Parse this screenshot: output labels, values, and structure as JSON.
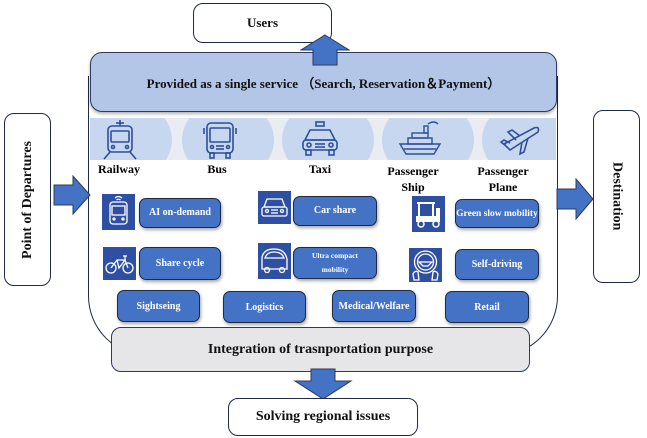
{
  "diagram": {
    "users": "Users",
    "single_service": "Provided as a single service （Search, Reservation＆Payment）",
    "point_of_departures": "Point of Departures",
    "destination": "Destination",
    "transport_modes": [
      {
        "label": "Railway",
        "icon": "train-icon"
      },
      {
        "label": "Bus",
        "icon": "bus-icon"
      },
      {
        "label": "Taxi",
        "icon": "taxi-icon"
      },
      {
        "label": "Passenger Ship",
        "icon": "ship-icon"
      },
      {
        "label": "Passenger Plane",
        "icon": "airplane-icon"
      }
    ],
    "services": [
      {
        "label": "AI on-demand",
        "icon": "ai-bus-icon"
      },
      {
        "label": "Car share",
        "icon": "car-icon"
      },
      {
        "label": "Green slow mobility",
        "icon": "golf-cart-icon"
      },
      {
        "label": "Share cycle",
        "icon": "bicycle-icon"
      },
      {
        "label": "Ultra compact mobility",
        "icon": "compact-car-icon"
      },
      {
        "label": "Self-driving",
        "icon": "steering-wheel-icon"
      }
    ],
    "purposes": [
      "Sightseing",
      "Logistics",
      "Medical/Welfare",
      "Retail"
    ],
    "integration": "Integration of trasnportation purpose",
    "solving": "Solving regional issues",
    "colors": {
      "accent_blue": "#4472c4",
      "service_bar": "#b3c6e7",
      "integration_bar": "#e6e6e8",
      "icon_bg": "#2f4fa2"
    }
  }
}
